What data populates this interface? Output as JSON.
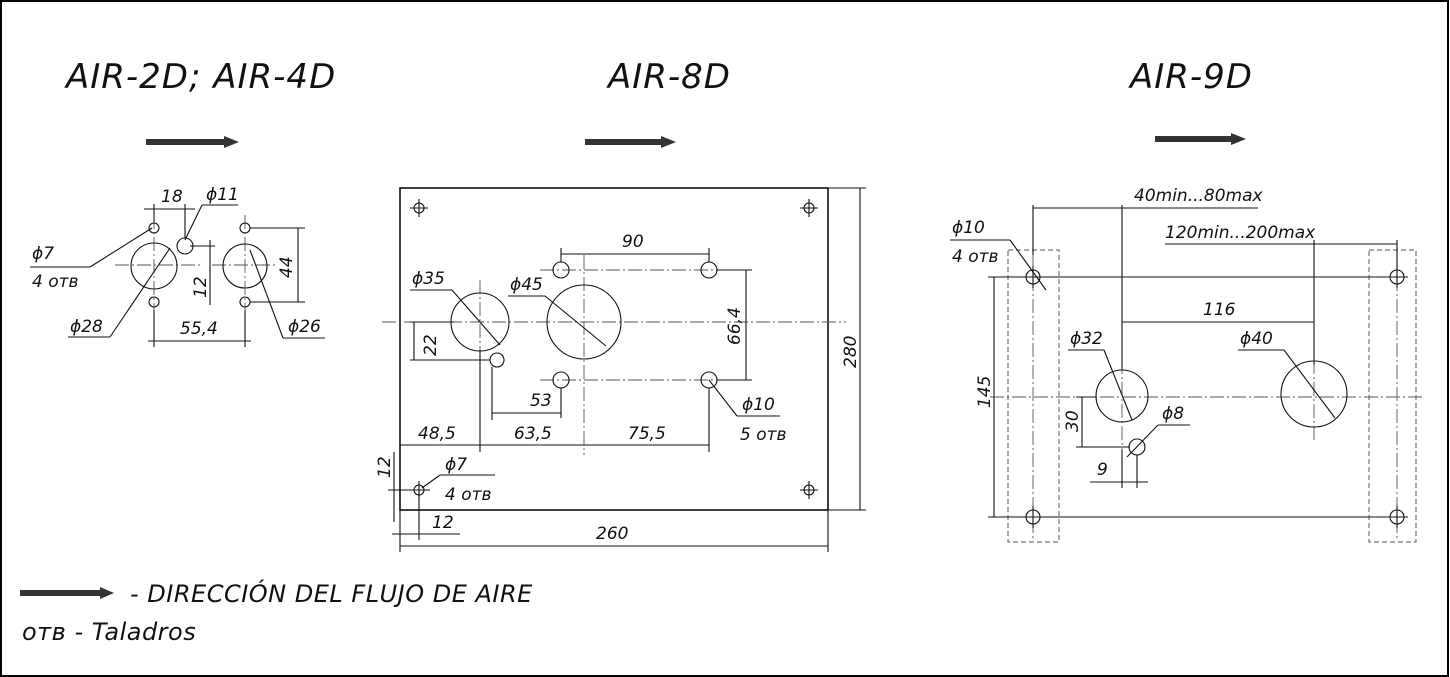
{
  "drawings": [
    {
      "title": "AIR-2D; AIR-4D",
      "dims": {
        "d7": "ϕ7",
        "d7_holes": "4 отв",
        "d18": "18",
        "d11": "ϕ11",
        "d44": "44",
        "d12": "12",
        "d28": "ϕ28",
        "d55": "55,4",
        "d26": "ϕ26"
      }
    },
    {
      "title": "AIR-8D",
      "dims": {
        "d90": "90",
        "d35": "ϕ35",
        "d45": "ϕ45",
        "d664": "66,4",
        "d280": "280",
        "d22": "22",
        "d53": "53",
        "d10": "ϕ10",
        "d10_holes": "5 отв",
        "d485": "48,5",
        "d635": "63,5",
        "d755": "75,5",
        "d12v": "12",
        "d7": "ϕ7",
        "d7_holes": "4 отв",
        "d12h": "12",
        "d260": "260"
      }
    },
    {
      "title": "AIR-9D",
      "dims": {
        "d4080": "40min...80max",
        "d10": "ϕ10",
        "d10_holes": "4 отв",
        "d120200": "120min...200max",
        "d116": "116",
        "d32": "ϕ32",
        "d40": "ϕ40",
        "d145": "145",
        "d30": "30",
        "d8": "ϕ8",
        "d9": "9"
      }
    }
  ],
  "legend": {
    "flow": "- DIRECCIÓN DEL FLUJO DE AIRE",
    "holes": "отв - Taladros"
  },
  "colors": {
    "arrow": "#333333",
    "lines": "#111111",
    "frame": "#000000"
  }
}
